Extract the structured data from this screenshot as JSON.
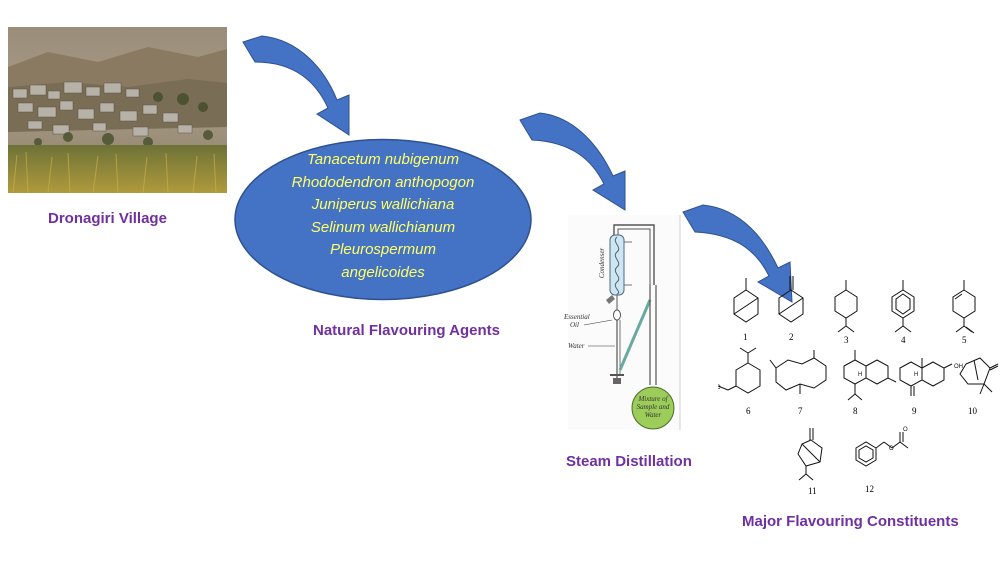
{
  "village": {
    "caption": "Dronagiri Village"
  },
  "agents": {
    "species": [
      "Tanacetum nubigenum",
      "Rhododendron anthopogon",
      "Juniperus wallichiana",
      "Selinum wallichianum",
      "Pleurospermum",
      "angelicoides"
    ],
    "caption": "Natural Flavouring Agents"
  },
  "distillation": {
    "caption": "Steam Distillation",
    "labels": {
      "condenser": "Condenser",
      "essential_oil_1": "Essential",
      "essential_oil_2": "Oil",
      "water": "Water",
      "flask_1": "Mixture of",
      "flask_2": "Sample and",
      "flask_3": "Water"
    }
  },
  "constituents": {
    "caption": "Major Flavouring Constituents",
    "numbers": [
      "1",
      "2",
      "3",
      "4",
      "5",
      "6",
      "7",
      "8",
      "9",
      "10",
      "11",
      "12"
    ]
  },
  "colors": {
    "arrow": "#4472c4",
    "arrow_border": "#2f528f",
    "ellipse": "#4472c4",
    "species_text": "#ffff66",
    "caption_text": "#7030a0",
    "flask": "#9ccc5a"
  }
}
